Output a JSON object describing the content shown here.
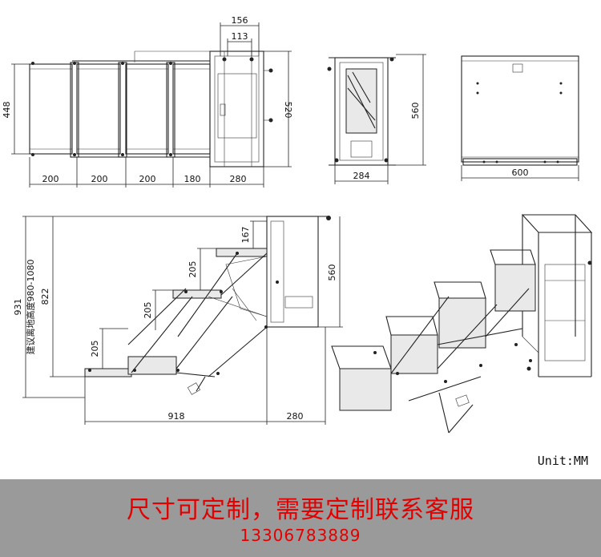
{
  "unit_label": "Unit:MM",
  "top_view": {
    "overall_height": "448",
    "top_dim_outer": "156",
    "top_dim_inner": "113",
    "right_height": "520",
    "segments": [
      "200",
      "200",
      "200",
      "180",
      "280"
    ]
  },
  "side_view": {
    "height": "560",
    "width": "284"
  },
  "front_view": {
    "width": "600"
  },
  "elevation": {
    "top_step": "167",
    "step_rises": [
      "205",
      "205",
      "205"
    ],
    "total_height": "931",
    "inner_height": "822",
    "recommended_height": "建议离地高度980-1080",
    "depth": "918",
    "mount_width": "280",
    "unit_height": "560"
  },
  "banner": {
    "text": "尺寸可定制，需要定制联系客服",
    "phone": "13306783889",
    "color": "#e30000",
    "background": "#9a9a9a"
  }
}
